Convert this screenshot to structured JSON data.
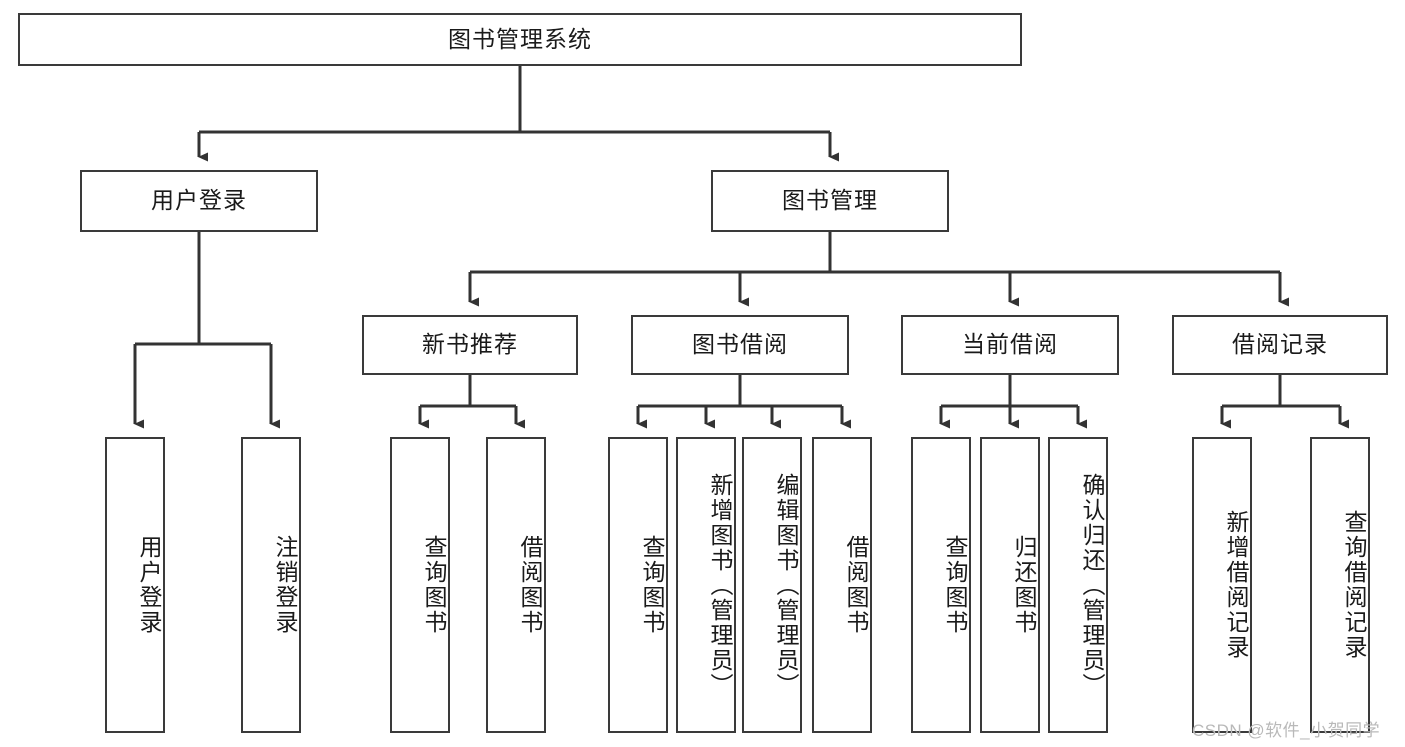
{
  "diagram": {
    "title": "图书管理系统",
    "type": "tree-hierarchy-diagram",
    "colors": {
      "box_border": "#3a3a3a",
      "box_fill": "#ffffff",
      "connector": "#333333",
      "text": "#1a1a1a",
      "watermark": "#b9b9b9"
    },
    "root": {
      "label": "图书管理系统"
    },
    "level2": [
      {
        "label": "用户登录"
      },
      {
        "label": "图书管理"
      }
    ],
    "level3": [
      {
        "label": "新书推荐"
      },
      {
        "label": "图书借阅"
      },
      {
        "label": "当前借阅"
      },
      {
        "label": "借阅记录"
      }
    ],
    "leaves": {
      "user_login": [
        {
          "label": "用户登录"
        },
        {
          "label": "注销登录"
        }
      ],
      "new_book_recommend": [
        {
          "label": "查询图书"
        },
        {
          "label": "借阅图书"
        }
      ],
      "book_borrow": [
        {
          "label": "查询图书"
        },
        {
          "label": "新增图书（管理员）"
        },
        {
          "label": "编辑图书（管理员）"
        },
        {
          "label": "借阅图书"
        }
      ],
      "current_borrow": [
        {
          "label": "查询图书"
        },
        {
          "label": "归还图书"
        },
        {
          "label": "确认归还（管理员）"
        }
      ],
      "borrow_record": [
        {
          "label": "新增借阅记录"
        },
        {
          "label": "查询借阅记录"
        }
      ]
    }
  },
  "watermark": {
    "text": "CSDN @软件_小贺同学"
  }
}
